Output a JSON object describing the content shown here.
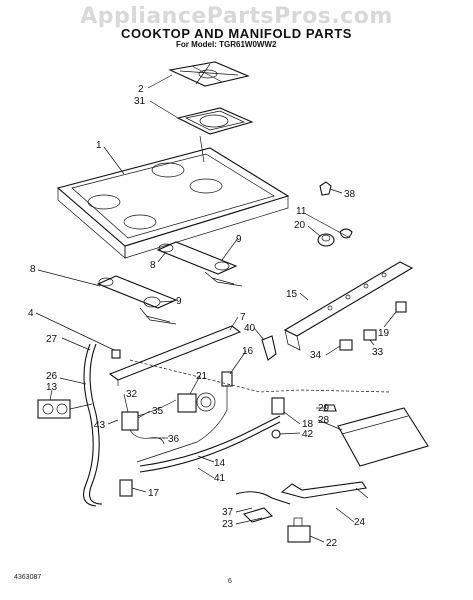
{
  "watermark": "AppliancePartsPros.com",
  "title": "COOKTOP AND MANIFOLD PARTS",
  "subtitle": "For Model: TGR61W0WW2",
  "doc_number": "4363087",
  "page_number": "6",
  "callouts": [
    {
      "id": "c2",
      "text": "2"
    },
    {
      "id": "c31",
      "text": "31"
    },
    {
      "id": "c1",
      "text": "1"
    },
    {
      "id": "c38",
      "text": "38"
    },
    {
      "id": "c11",
      "text": "11"
    },
    {
      "id": "c20",
      "text": "20"
    },
    {
      "id": "c9a",
      "text": "9"
    },
    {
      "id": "c8a",
      "text": "8"
    },
    {
      "id": "c8b",
      "text": "8"
    },
    {
      "id": "c9b",
      "text": "9"
    },
    {
      "id": "c15",
      "text": "15"
    },
    {
      "id": "c4",
      "text": "4"
    },
    {
      "id": "c7",
      "text": "7"
    },
    {
      "id": "c40",
      "text": "40"
    },
    {
      "id": "c19",
      "text": "19"
    },
    {
      "id": "c27",
      "text": "27"
    },
    {
      "id": "c16",
      "text": "16"
    },
    {
      "id": "c34",
      "text": "34"
    },
    {
      "id": "c33",
      "text": "33"
    },
    {
      "id": "c26",
      "text": "26"
    },
    {
      "id": "c21",
      "text": "21"
    },
    {
      "id": "c13",
      "text": "13"
    },
    {
      "id": "c32",
      "text": "32"
    },
    {
      "id": "c43",
      "text": "43"
    },
    {
      "id": "c35",
      "text": "35"
    },
    {
      "id": "c29",
      "text": "29"
    },
    {
      "id": "c28",
      "text": "28"
    },
    {
      "id": "c18",
      "text": "18"
    },
    {
      "id": "c42",
      "text": "42"
    },
    {
      "id": "c36",
      "text": "36"
    },
    {
      "id": "c14",
      "text": "14"
    },
    {
      "id": "c41",
      "text": "41"
    },
    {
      "id": "c17",
      "text": "17"
    },
    {
      "id": "c37",
      "text": "37"
    },
    {
      "id": "c23",
      "text": "23"
    },
    {
      "id": "c24",
      "text": "24"
    },
    {
      "id": "c22",
      "text": "22"
    }
  ]
}
